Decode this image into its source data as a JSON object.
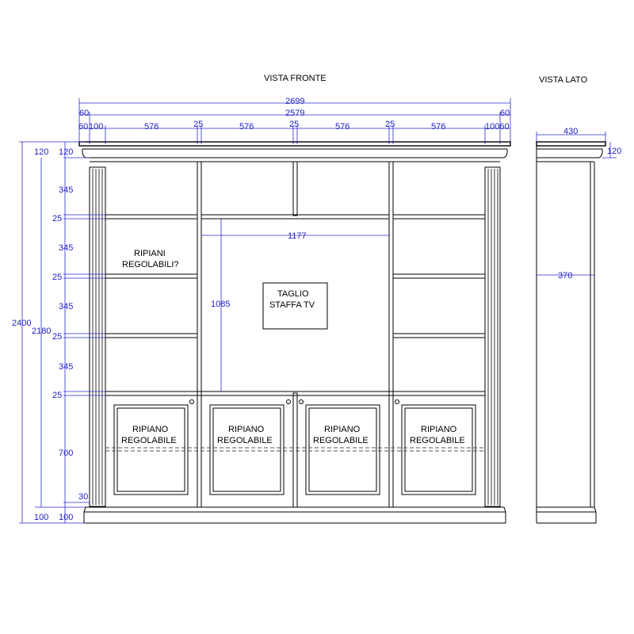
{
  "titles": {
    "front": "VISTA FRONTE",
    "side": "VISTA LATO"
  },
  "labels": {
    "shelves_q": [
      "RIPIANI",
      "REGOLABILI?"
    ],
    "tv_cut": [
      "TAGLIO",
      "STAFFA TV"
    ],
    "shelf_adj": [
      "RIPIANO",
      "REGOLABILE"
    ]
  },
  "dims": {
    "total_width": "2699",
    "inner_width": "2579",
    "overhang_left": "60",
    "overhang_right": "60",
    "seg_60": "60",
    "seg_100": "100",
    "bay": "576",
    "post": "25",
    "right_pair": "10060",
    "top_120": "120",
    "shelf_h": "345",
    "shelf_t": "25",
    "tv_w": "1177",
    "tv_h": "1085",
    "total_h": "2400",
    "body_h": "2180",
    "base_h": "700",
    "plinth_30": "30",
    "bottom_100": "100",
    "side_depth": "430",
    "side_top": "120",
    "side_body": "370"
  }
}
